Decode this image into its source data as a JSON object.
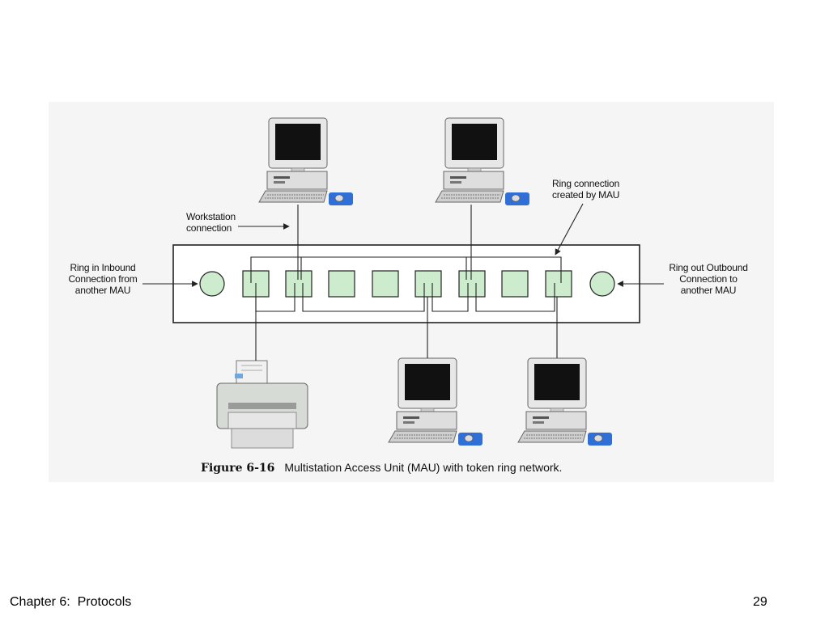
{
  "labels": {
    "workstation_connection": [
      "Workstation",
      "connection"
    ],
    "ring_connection": [
      "Ring connection",
      "created by MAU"
    ],
    "ring_in": [
      "Ring in Inbound",
      "Connection from",
      "another MAU"
    ],
    "ring_out": [
      "Ring out Outbound",
      "Connection to",
      "another MAU"
    ]
  },
  "caption": {
    "figure_number": "Figure 6-16",
    "text": "Multistation Access Unit (MAU) with token ring network."
  },
  "footer": {
    "chapter": "Chapter 6:  Protocols",
    "page_number": "29"
  },
  "colors": {
    "port_fill": "#cdeccd",
    "mousepad": "#2f6fd6",
    "monitor_screen": "#111111",
    "line": "#222222"
  }
}
